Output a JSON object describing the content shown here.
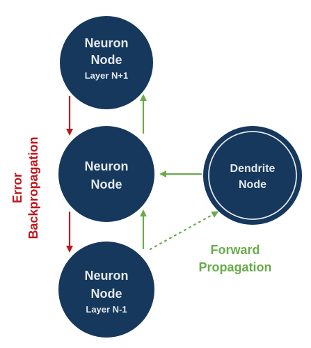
{
  "nodes": {
    "top": {
      "line1": "Neuron",
      "line2": "Node",
      "sub": "Layer N+1"
    },
    "middle": {
      "line1": "Neuron",
      "line2": "Node"
    },
    "bottom": {
      "line1": "Neuron",
      "line2": "Node",
      "sub": "Layer N-1"
    },
    "dendrite": {
      "line1": "Dendrite",
      "line2": "Node"
    }
  },
  "labels": {
    "error_line1": "Error",
    "error_line2": "Backpropagation",
    "forward_line1": "Forward",
    "forward_line2": "Propagation"
  },
  "colors": {
    "node_fill": "#15385c",
    "node_text": "#e4e7ec",
    "backprop": "#c0161d",
    "forward": "#6aab4a"
  }
}
